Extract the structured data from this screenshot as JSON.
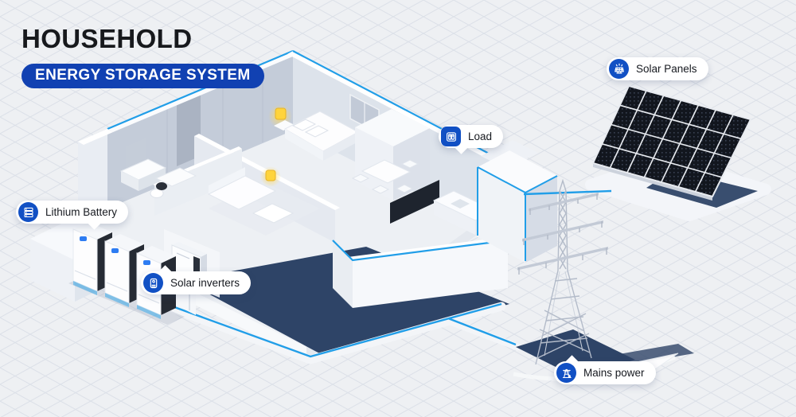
{
  "header": {
    "title": "HOUSEHOLD",
    "badge": "ENERGY STORAGE SYSTEM"
  },
  "labels": {
    "solar_panels": "Solar Panels",
    "load": "Load",
    "lithium_battery": "Lithium Battery",
    "solar_inverters": "Solar inverters",
    "mains_power": "Mains power"
  },
  "icons": {
    "solar_panels": "solar-panel-icon",
    "load": "appliance-icon",
    "lithium_battery": "battery-stack-icon",
    "solar_inverters": "inverter-icon",
    "mains_power": "pylon-icon"
  },
  "colors": {
    "background": "#eef0f3",
    "grid_line": "#dce0e8",
    "badge_blue": "#1141b2",
    "icon_blue": "#1150c4",
    "wire_blue": "#219ee8",
    "shadow_navy": "#2e4467",
    "lamp_yellow": "#ffd43c",
    "panel_dark": "#12161e"
  }
}
